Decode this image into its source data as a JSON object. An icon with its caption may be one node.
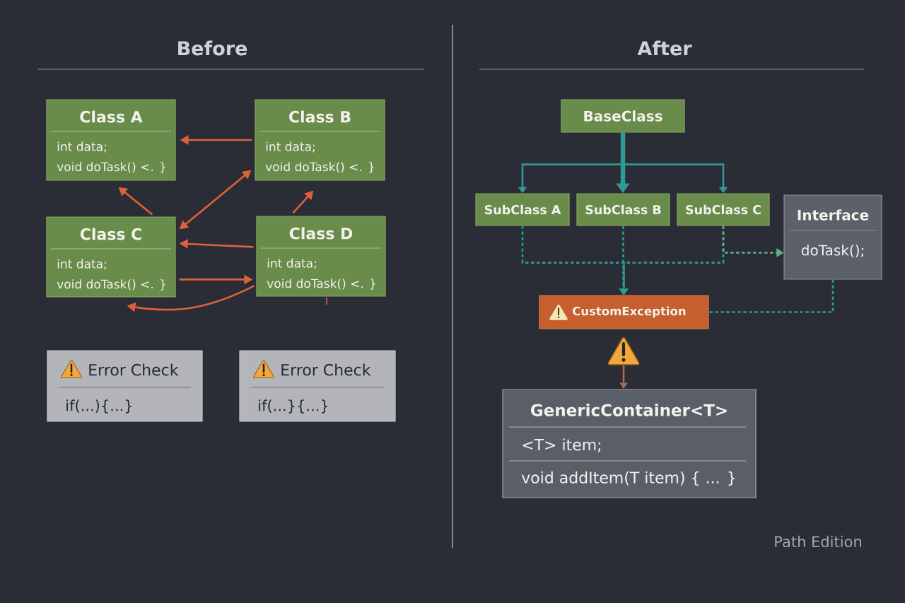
{
  "diagram": {
    "nodes": [
      {
        "text": [
          "Class A",
          "int data;",
          "void doTask() <. }"
        ]
      },
      {
        "text": [
          "Class B",
          "int data;",
          "void doTask() <. }"
        ]
      },
      {
        "text": [
          "Class C",
          "int data;",
          "void doTask() <. }"
        ]
      },
      {
        "text": [
          "Class D",
          "int data;",
          "void doTask() <. }"
        ]
      },
      {
        "text": [
          "Error Check",
          "if(...){...}"
        ]
      },
      {
        "text": [
          "Error Check",
          "if(...}{...}"
        ]
      },
      {
        "text": [
          "BaseClass"
        ]
      },
      {
        "text": [
          "SubClass A"
        ]
      },
      {
        "text": [
          "SubClass B"
        ]
      },
      {
        "text": [
          "SubClass C"
        ]
      },
      {
        "text": [
          "Interface",
          "doTask();"
        ]
      },
      {
        "text": [
          "CustomException"
        ]
      },
      {
        "text": [],
        "shape": "triangle"
      },
      {
        "text": [
          "GenericContainer<T>",
          "<T> item;",
          "void addItem(T item) { ... }"
        ]
      }
    ],
    "edges": [
      {
        "from": 1,
        "to": 0,
        "arrow": "to"
      },
      {
        "from": 2,
        "to": 0,
        "arrow": "to"
      },
      {
        "from": 2,
        "to": 1,
        "arrow": "both"
      },
      {
        "from": 3,
        "to": 1,
        "arrow": "to"
      },
      {
        "from": 3,
        "to": 2,
        "arrow": "to"
      },
      {
        "from": 2,
        "to": 3,
        "arrow": "to"
      },
      {
        "from": 3,
        "to": 2,
        "arrow": "to"
      },
      {
        "from": 6,
        "to": 7,
        "arrow": "to",
        "color": "#2f9a97"
      },
      {
        "from": 6,
        "to": 8,
        "arrow": "to",
        "style": "thick",
        "color": "#2f9a97"
      },
      {
        "from": 6,
        "to": 9,
        "arrow": "to",
        "color": "#2f9a97"
      },
      {
        "from": 7,
        "to": 11,
        "arrow": "to",
        "style": "dashed",
        "color": "#2f9a97"
      },
      {
        "from": 8,
        "to": 11,
        "arrow": "to",
        "style": "dashed",
        "color": "#2f9a97"
      },
      {
        "from": 9,
        "to": 11,
        "arrow": "to",
        "style": "dashed",
        "color": "#2f9a97"
      },
      {
        "from": 9,
        "to": 10,
        "arrow": "to",
        "style": "dashed",
        "color": "#62b08c"
      },
      {
        "from": 10,
        "to": 11,
        "arrow": "none",
        "style": "dashed",
        "color": "#2f9a97"
      },
      {
        "from": 12,
        "to": 13,
        "arrow": "to",
        "color": "#a86c4e"
      }
    ],
    "labels": [
      "Before",
      "After",
      "Path Edition"
    ]
  }
}
